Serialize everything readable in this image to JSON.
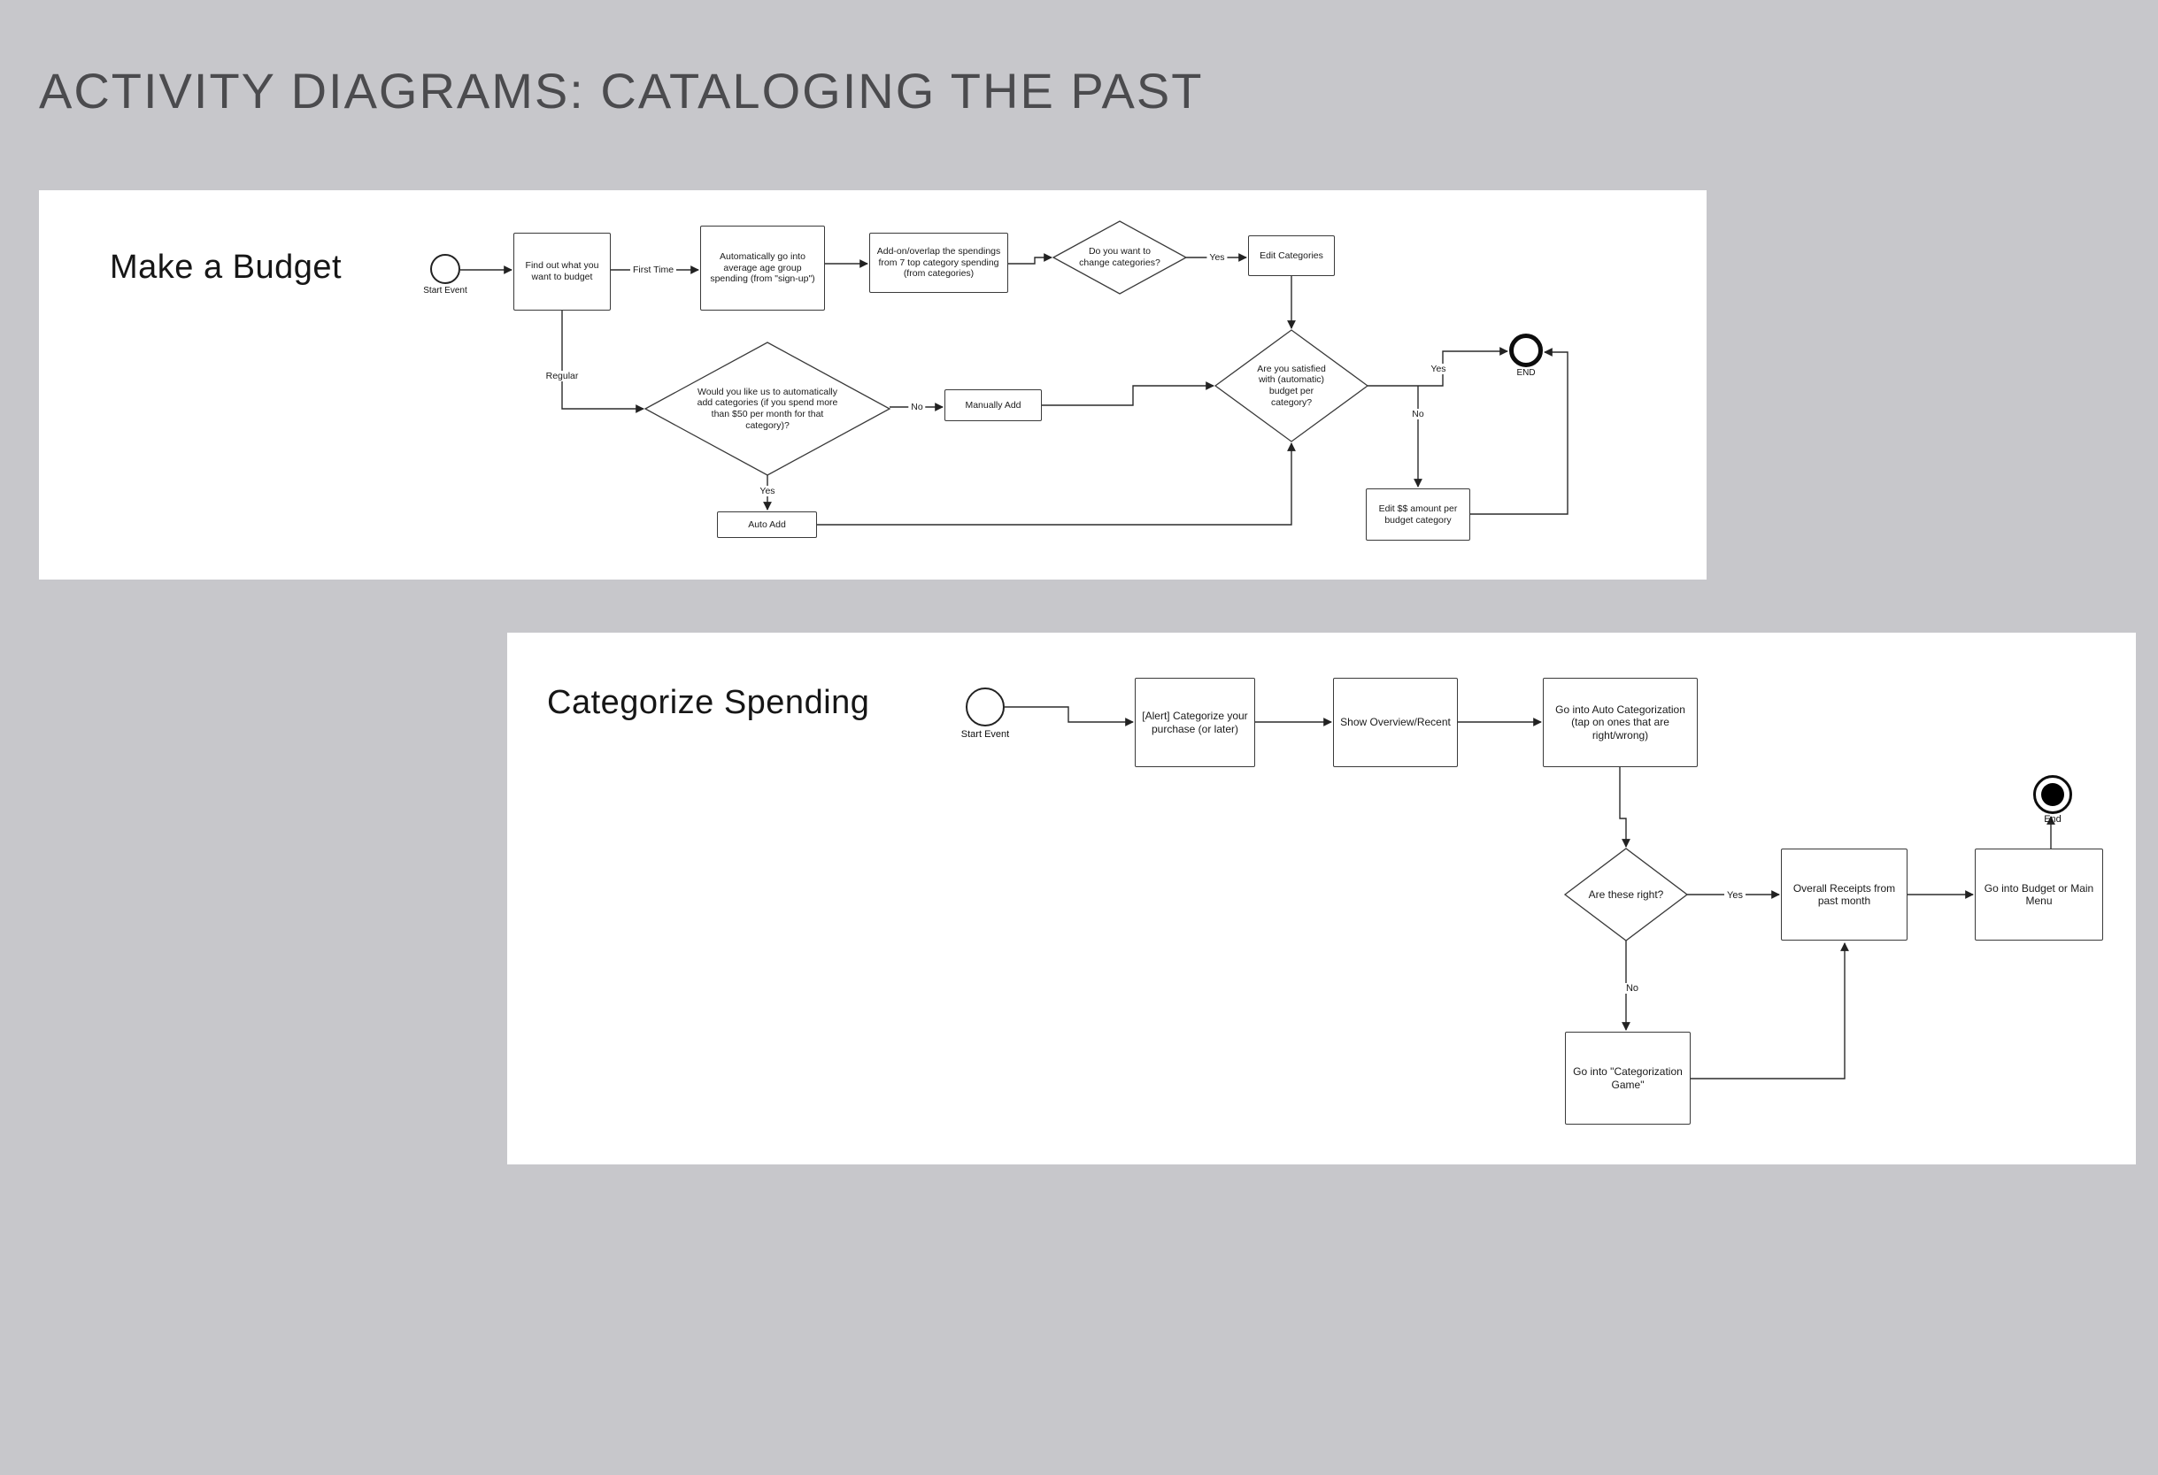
{
  "page": {
    "title": "ACTIVITY DIAGRAMS: CATALOGING THE PAST"
  },
  "budget": {
    "title": "Make a Budget",
    "nodes": {
      "start": "Start Event",
      "find_out": "Find out what you want to budget",
      "auto_age": "Automatically go into average age group spending (from \"sign-up\")",
      "addon": "Add-on/overlap the spendings from 7 top category spending (from categories)",
      "change_q": "Do you want to change categories?",
      "edit_categories": "Edit Categories",
      "satisfied_q": "Are you satisfied with (automatic) budget per category?",
      "auto_q": "Would you like us to automatically add categories (if you spend more than $50 per month for that category)?",
      "manually_add": "Manually Add",
      "auto_add": "Auto Add",
      "edit_amount": "Edit $$ amount per budget category",
      "end": "END"
    },
    "edges": {
      "first_time": "First Time",
      "regular": "Regular",
      "yes_change": "Yes",
      "no_manual": "No",
      "yes_auto": "Yes",
      "yes_end": "Yes",
      "no_edit": "No"
    }
  },
  "categorize": {
    "title": "Categorize Spending",
    "nodes": {
      "start": "Start Event",
      "alert": "[Alert] Categorize your purchase (or later)",
      "overview": "Show Overview/Recent",
      "auto_cat": "Go into Auto Categorization (tap on ones that are right/wrong)",
      "right_q": "Are these right?",
      "receipts": "Overall Receipts from past month",
      "budget_menu": "Go into Budget or Main Menu",
      "cat_game": "Go into \"Categorization Game\"",
      "end": "End"
    },
    "edges": {
      "yes": "Yes",
      "no": "No"
    }
  }
}
